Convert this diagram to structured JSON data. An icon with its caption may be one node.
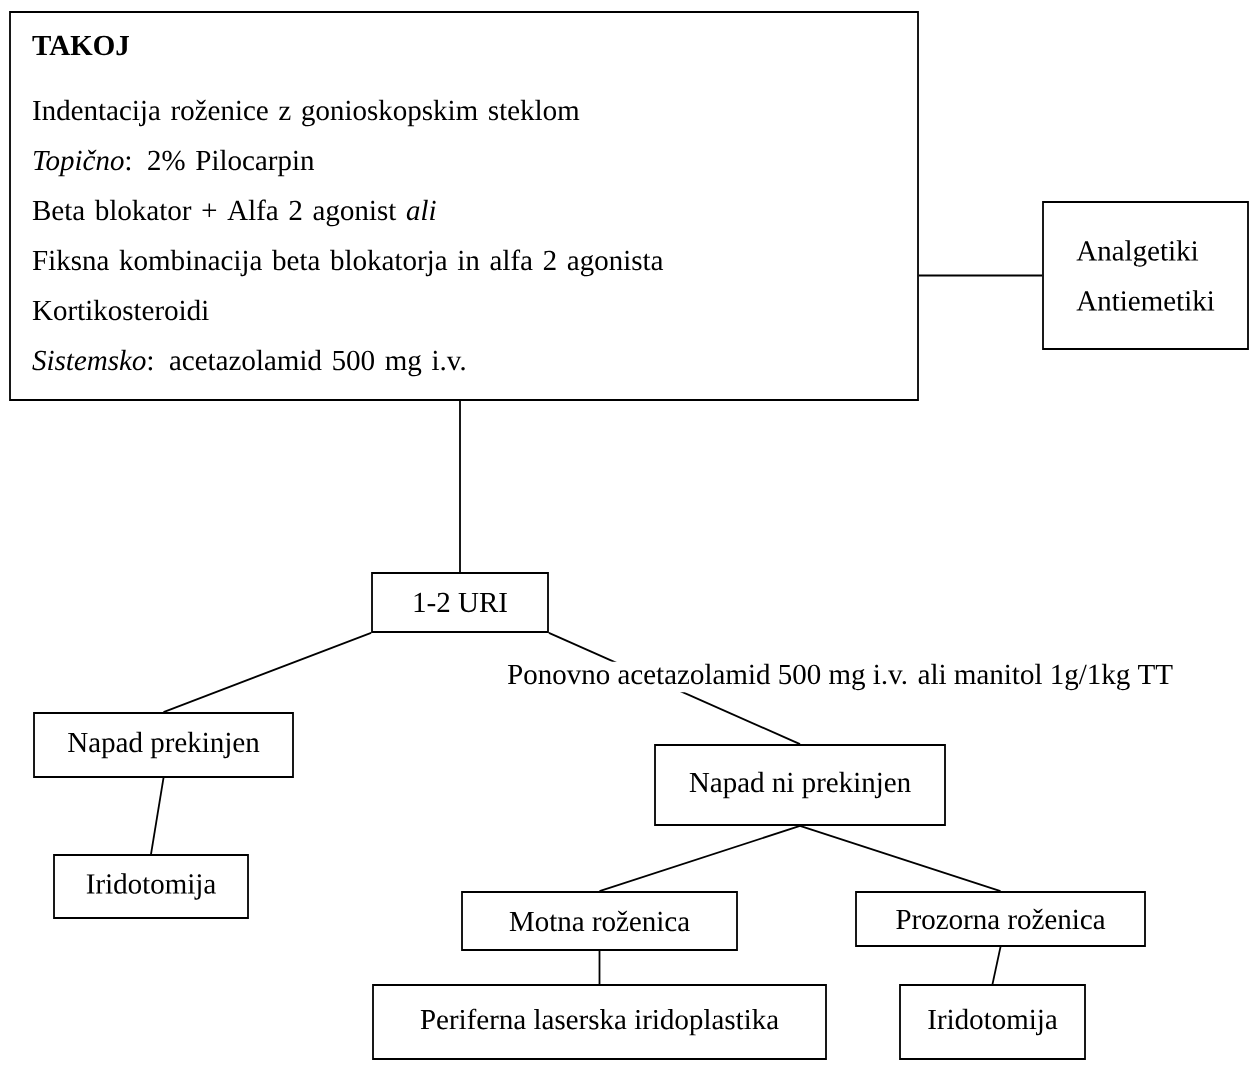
{
  "diagram": {
    "nodes": [
      {
        "text": [
          "TAKOJ",
          "Indentacija roženice z gonioskopskim steklom",
          "*Topično*: 2% Pilocarpin",
          "Beta blokator + Alfa 2 agonist *ali*",
          "Fiksna kombinacija beta blokatorja in alfa 2 agonista",
          "Kortikosteroidi",
          "*Sistemsko*: acetazolamid 500 mg i.v."
        ]
      },
      {
        "text": [
          "1-2 URI"
        ]
      },
      {
        "text": [
          "Analgetiki",
          "Antiemetiki"
        ]
      },
      {
        "text": [
          "Napad prekinjen"
        ]
      },
      {
        "text": [
          "Napad ni prekinjen"
        ]
      },
      {
        "text": [
          "Iridotomija"
        ]
      },
      {
        "text": [
          "Motna roženica"
        ]
      },
      {
        "text": [
          "Prozorna roženica"
        ]
      },
      {
        "text": [
          "Periferna laserska iridoplastika"
        ]
      },
      {
        "text": [
          "Iridotomija"
        ]
      }
    ],
    "edges": [
      {
        "from": 0,
        "to": 1,
        "arrow": "none"
      },
      {
        "from": 0,
        "to": 2,
        "arrow": "none"
      },
      {
        "from": 1,
        "to": 3,
        "arrow": "none"
      },
      {
        "from": 1,
        "to": 4,
        "arrow": "none",
        "label": "Ponovno acetazolamid 500 mg i.v. ali manitol 1g/1kg TT"
      },
      {
        "from": 3,
        "to": 5,
        "arrow": "none"
      },
      {
        "from": 4,
        "to": 6,
        "arrow": "none"
      },
      {
        "from": 4,
        "to": 7,
        "arrow": "none"
      },
      {
        "from": 6,
        "to": 8,
        "arrow": "none"
      },
      {
        "from": 7,
        "to": 9,
        "arrow": "none"
      }
    ]
  }
}
